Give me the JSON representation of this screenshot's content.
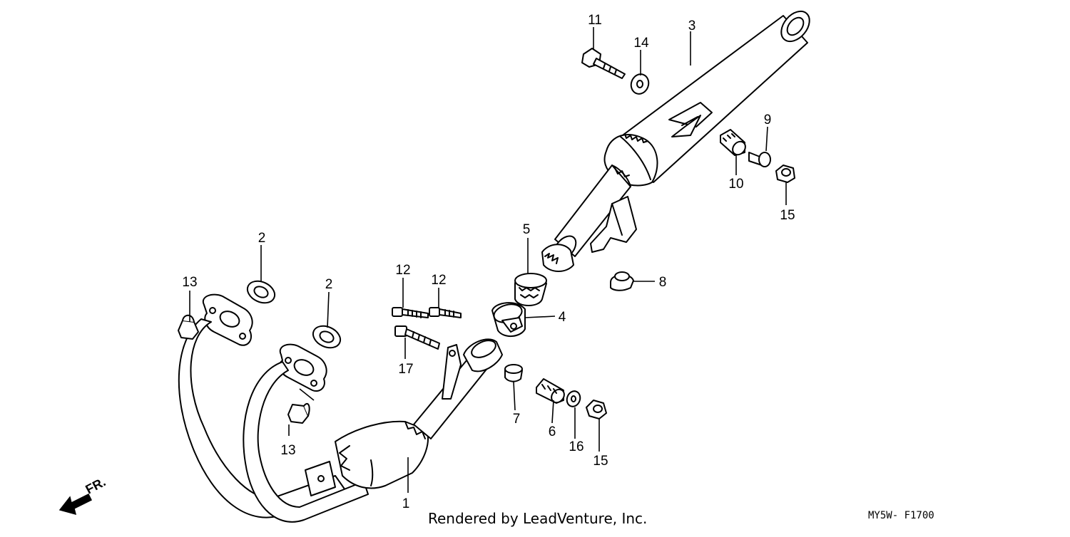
{
  "diagram": {
    "callouts": {
      "n1": "1",
      "n2a": "2",
      "n2b": "2",
      "n3": "3",
      "n4": "4",
      "n5": "5",
      "n6": "6",
      "n7": "7",
      "n8": "8",
      "n9": "9",
      "n10": "10",
      "n11": "11",
      "n12a": "12",
      "n12b": "12",
      "n13a": "13",
      "n13b": "13",
      "n14": "14",
      "n15a": "15",
      "n15b": "15",
      "n16": "16",
      "n17": "17"
    },
    "direction_label": "FR.",
    "credit": "Rendered by LeadVenture, Inc.",
    "figure_code": "MY5W- F1700"
  }
}
